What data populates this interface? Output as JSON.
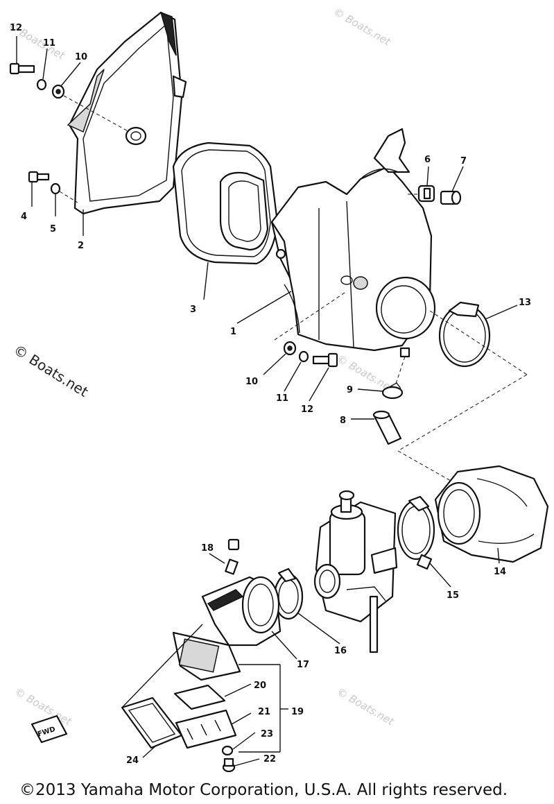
{
  "copyright": "©2013 Yamaha Motor Corporation, U.S.A. All rights reserved.",
  "watermarks": {
    "small": "© Boats.net",
    "large": "© Boats.net"
  },
  "fwd_label": "FWD",
  "callouts": {
    "c1": "1",
    "c2": "2",
    "c3": "3",
    "c4": "4",
    "c5": "5",
    "c6": "6",
    "c7": "7",
    "c8": "8",
    "c9": "9",
    "c10a": "10",
    "c10b": "10",
    "c11a": "11",
    "c11b": "11",
    "c12a": "12",
    "c12b": "12",
    "c13": "13",
    "c14": "14",
    "c15": "15",
    "c16": "16",
    "c17": "17",
    "c18": "18",
    "c19": "19",
    "c20": "20",
    "c21": "21",
    "c22": "22",
    "c23": "23",
    "c24": "24"
  }
}
